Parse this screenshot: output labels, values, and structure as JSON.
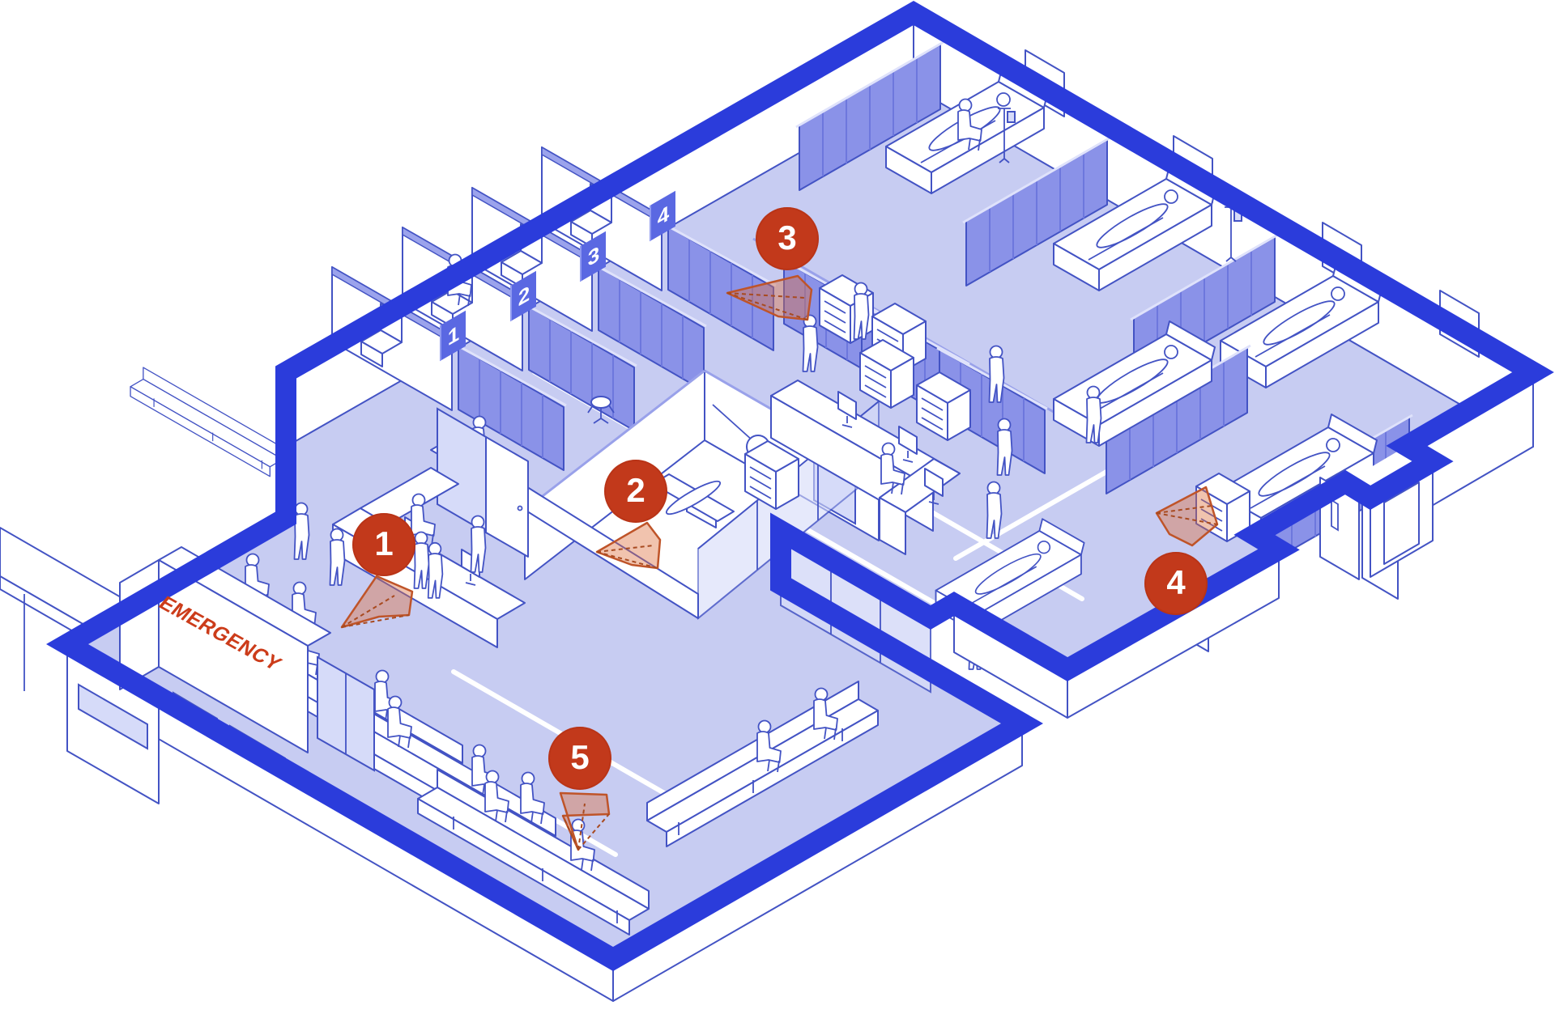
{
  "signs": {
    "emergency": "EMERGENCY"
  },
  "bay_plates": [
    {
      "label": "1"
    },
    {
      "label": "2"
    },
    {
      "label": "3"
    },
    {
      "label": "4"
    }
  ],
  "camera_markers": [
    {
      "id": 1,
      "label": "1",
      "has_view_cone": true
    },
    {
      "id": 2,
      "label": "2",
      "has_view_cone": true
    },
    {
      "id": 3,
      "label": "3",
      "has_view_cone": true
    },
    {
      "id": 4,
      "label": "4",
      "has_view_cone": true
    },
    {
      "id": 5,
      "label": "5",
      "has_view_cone": true
    }
  ],
  "colors": {
    "outer_wall": "#2b3cdb",
    "floor": "#c7ccf2",
    "curtain": "#8a92e8",
    "line": "#4353c4",
    "marker": "#c2391b",
    "view_cone": "#bf5429",
    "sign_text": "#cc3c1a",
    "bay_plate": "#5a68e2",
    "background": "#ffffff"
  }
}
